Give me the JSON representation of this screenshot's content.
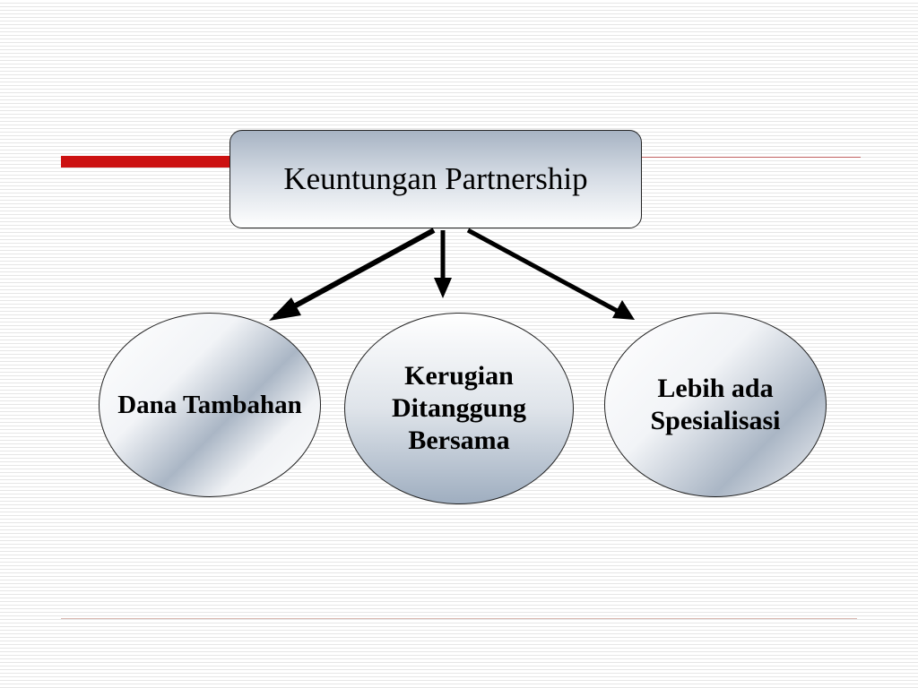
{
  "title": "Keuntungan Partnership",
  "nodes": [
    {
      "label_lines": [
        "Dana Tambahan"
      ]
    },
    {
      "label_lines": [
        "Kerugian",
        "Ditanggung",
        "Bersama"
      ]
    },
    {
      "label_lines": [
        "Lebih ada",
        "Spesialisasi"
      ]
    }
  ],
  "colors": {
    "accent_bar": "#cc1111",
    "box_gradient_top": "#a7b3c3",
    "arrow": "#000000"
  }
}
